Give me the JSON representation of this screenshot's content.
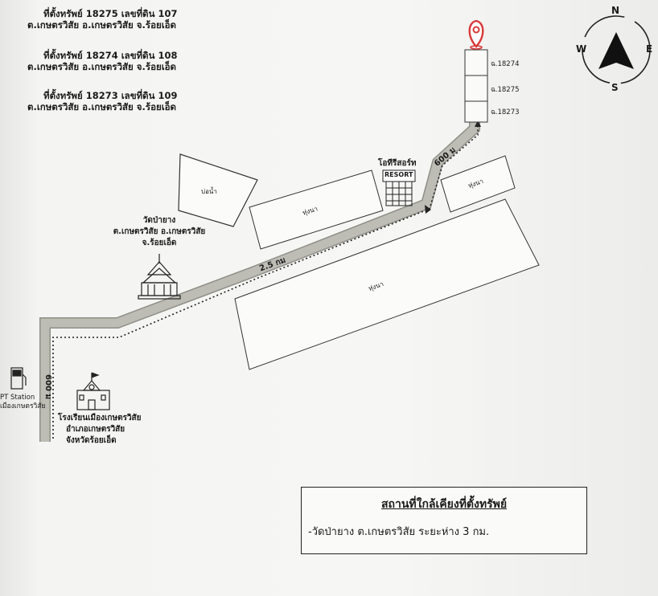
{
  "plots": [
    {
      "line1": "ที่ตั้งทรัพย์ 18275 เลขที่ดิน 107",
      "line2": "ต.เกษตรวิสัย อ.เกษตรวิสัย จ.ร้อยเอ็ด"
    },
    {
      "line1": "ที่ตั้งทรัพย์ 18274 เลขที่ดิน 108",
      "line2": "ต.เกษตรวิสัย อ.เกษตรวิสัย จ.ร้อยเอ็ด"
    },
    {
      "line1": "ที่ตั้งทรัพย์ 18273 เลขที่ดิน 109",
      "line2": "ต.เกษตรวิสัย อ.เกษตรวิสัย จ.ร้อยเอ็ด"
    }
  ],
  "parcels": [
    "ฉ.18274",
    "ฉ.18275",
    "ฉ.18273"
  ],
  "compass": {
    "n": "N",
    "e": "E",
    "s": "S",
    "w": "W"
  },
  "places": {
    "pond": "บ่อน้ำ",
    "field_1": "ทุ่งนา",
    "field_2": "ทุ่งนา",
    "field_3": "ทุ่งนา",
    "resort": "โอทีรีสอร์ท",
    "resort_sign": "RESORT",
    "temple": [
      "วัดป่ายาง",
      "ต.เกษตรวิสัย อ.เกษตรวิสัย",
      "จ.ร้อยเอ็ด"
    ],
    "school": [
      "โรงเรียนเมืองเกษตรวิสัย",
      "อำเภอเกษตรวิสัย",
      "จังหวัดร้อยเอ็ด"
    ],
    "pt_station": [
      "PT Station",
      "เมืองเกษตรวิสัย"
    ]
  },
  "distances": {
    "main": "2.5 กม",
    "right": "600 ม",
    "left": "600 ม"
  },
  "note": {
    "title": "สถานที่ใกล้เคียงที่ตั้งทรัพย์",
    "line": "-วัดป่ายาง ต.เกษตรวิสัย ระยะห่าง 3 กม."
  },
  "colors": {
    "road": "#b9b9b2",
    "road_edge": "#8f8f88",
    "pin": "#d83a3a"
  }
}
